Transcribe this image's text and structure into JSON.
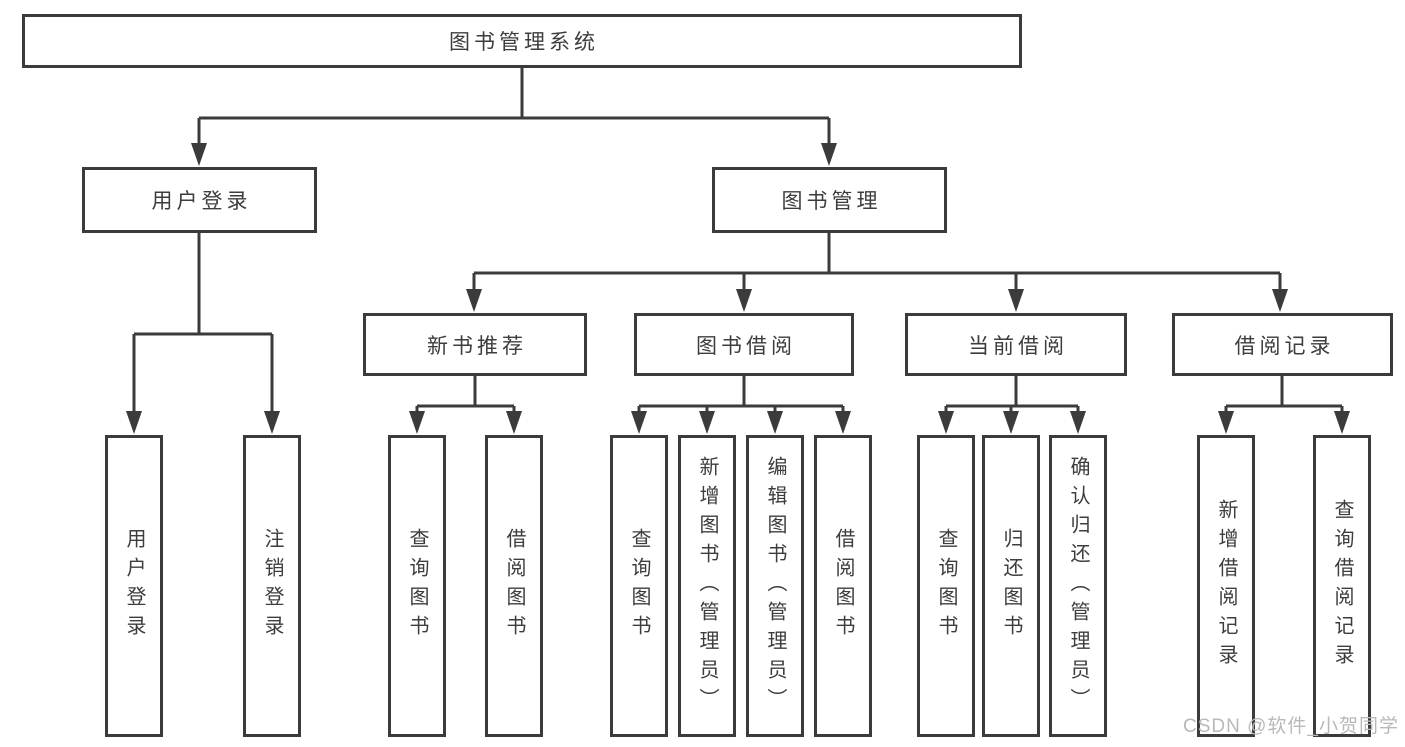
{
  "diagram": {
    "type": "hierarchy-flowchart",
    "colors": {
      "line": "#3b3b3b",
      "box_border": "#3b3b3b",
      "box_fill": "#ffffff",
      "text": "#3d3d3d",
      "watermark": "#b9b9b9",
      "background": "#ffffff"
    },
    "watermark": "CSDN @软件_小贺同学"
  },
  "nodes": {
    "root": {
      "label": "图书管理系统"
    },
    "level2": [
      {
        "label": "用户登录"
      },
      {
        "label": "图书管理"
      }
    ],
    "level3": [
      {
        "label": "新书推荐",
        "parent": "图书管理"
      },
      {
        "label": "图书借阅",
        "parent": "图书管理"
      },
      {
        "label": "当前借阅",
        "parent": "图书管理"
      },
      {
        "label": "借阅记录",
        "parent": "图书管理"
      }
    ],
    "leaves": [
      {
        "label": "用户登录",
        "parent": "用户登录"
      },
      {
        "label": "注销登录",
        "parent": "用户登录"
      },
      {
        "label": "查询图书",
        "parent": "新书推荐"
      },
      {
        "label": "借阅图书",
        "parent": "新书推荐"
      },
      {
        "label": "查询图书",
        "parent": "图书借阅"
      },
      {
        "label": "新增图书（管理员）",
        "parent": "图书借阅"
      },
      {
        "label": "编辑图书（管理员）",
        "parent": "图书借阅"
      },
      {
        "label": "借阅图书",
        "parent": "图书借阅"
      },
      {
        "label": "查询图书",
        "parent": "当前借阅"
      },
      {
        "label": "归还图书",
        "parent": "当前借阅"
      },
      {
        "label": "确认归还（管理员）",
        "parent": "当前借阅"
      },
      {
        "label": "新增借阅记录",
        "parent": "借阅记录"
      },
      {
        "label": "查询借阅记录",
        "parent": "借阅记录"
      }
    ]
  }
}
